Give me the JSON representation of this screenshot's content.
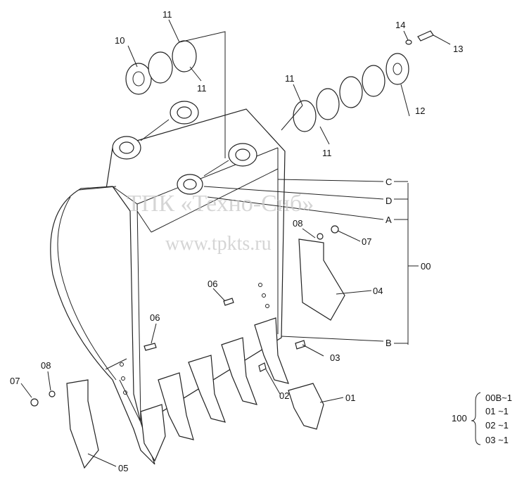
{
  "watermark": {
    "line1": "ТПК «Техно-Сиб»",
    "line2": "www.tpkts.ru"
  },
  "callouts": {
    "c01": "01",
    "c02": "02",
    "c03": "03",
    "c04": "04",
    "c05": "05",
    "c06a": "06",
    "c06b": "06",
    "c07a": "07",
    "c07b": "07",
    "c08a": "08",
    "c08b": "08",
    "c10": "10",
    "c11a": "11",
    "c11b": "11",
    "c11c": "11",
    "c11d": "11",
    "c12": "12",
    "c13": "13",
    "c14": "14",
    "cA": "A",
    "cB": "B",
    "cC": "C",
    "cD": "D",
    "c00": "00"
  },
  "kit_table": {
    "assembly": "100",
    "rows": [
      "00B~1",
      "01 ~1",
      "02 ~1",
      "03 ~1"
    ]
  }
}
